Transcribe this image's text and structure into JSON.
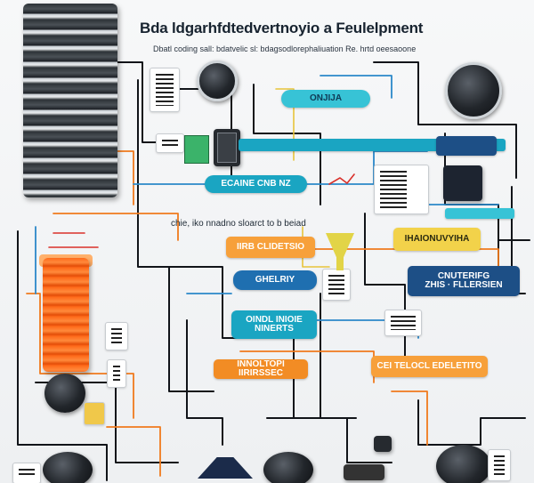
{
  "header": {
    "title": "Bda ldgarhfdtedvertnoyio a Feulelpment",
    "subtitle": "Dbatl coding sall: bdatvelic sl: bdagsodlorephaliuation Re. hrtd oeesaoone"
  },
  "labels": {
    "cyan_top": "ONJIJA",
    "teal_mid": "ECAINE CNB NZ",
    "orange_center": "IIRB CLIDETSIO",
    "yellow_right": "IHAIONUVYIHA",
    "blue_small": "GHELRIY",
    "navy_right": "CNUTERIFG\nZHIS · FLLERSIEN",
    "teal_low": "OINDL INIOIE\nNINERTS",
    "orange_left": "INNOLTOPI IIRIRSSEC",
    "orange_right": "CEI TELOCL EDELETITO",
    "mid_caption": "chie, iko nnadno sloarct to b beiad"
  },
  "colors": {
    "cyan": "#37c3d6",
    "teal": "#1aa5c2",
    "orange": "#f7a03a",
    "orange_dark": "#f28c24",
    "yellow": "#f2d24a",
    "blue": "#1f6fb0",
    "navy": "#1d4f86",
    "wire_dark": "#111419",
    "wire_orange": "#f07a1d",
    "wire_blue": "#2b88c9",
    "wire_red": "#d9302a",
    "wire_yellow": "#e8c43a"
  },
  "icons": [
    "cylinder-stack-icon",
    "orange-coil-icon",
    "dial-icon",
    "panel-icon",
    "device-icon",
    "flask-icon",
    "cone-icon",
    "speaker-icon"
  ]
}
